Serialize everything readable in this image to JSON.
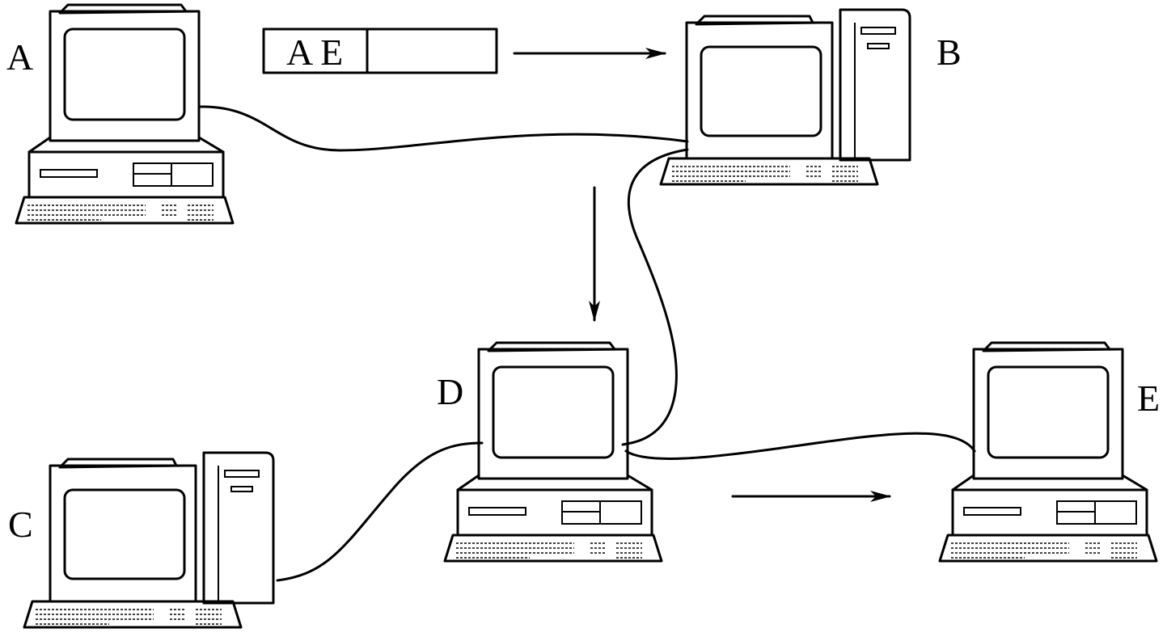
{
  "diagram": {
    "nodes": [
      {
        "id": "A",
        "label": "A",
        "type": "desktop"
      },
      {
        "id": "B",
        "label": "B",
        "type": "tower"
      },
      {
        "id": "C",
        "label": "C",
        "type": "tower"
      },
      {
        "id": "D",
        "label": "D",
        "type": "desktop"
      },
      {
        "id": "E",
        "label": "E",
        "type": "desktop"
      }
    ],
    "links": [
      {
        "from": "A",
        "to": "B"
      },
      {
        "from": "B",
        "to": "D"
      },
      {
        "from": "C",
        "to": "D"
      },
      {
        "from": "D",
        "to": "E"
      }
    ],
    "packet": {
      "source": "A",
      "destination": "E",
      "header_text": "A E",
      "payload_text": ""
    },
    "flow_arrows": [
      {
        "from": "A",
        "to": "B"
      },
      {
        "from": "B",
        "to": "D"
      },
      {
        "from": "D",
        "to": "E"
      }
    ],
    "colors": {
      "stroke": "#000000",
      "background": "#ffffff"
    }
  }
}
